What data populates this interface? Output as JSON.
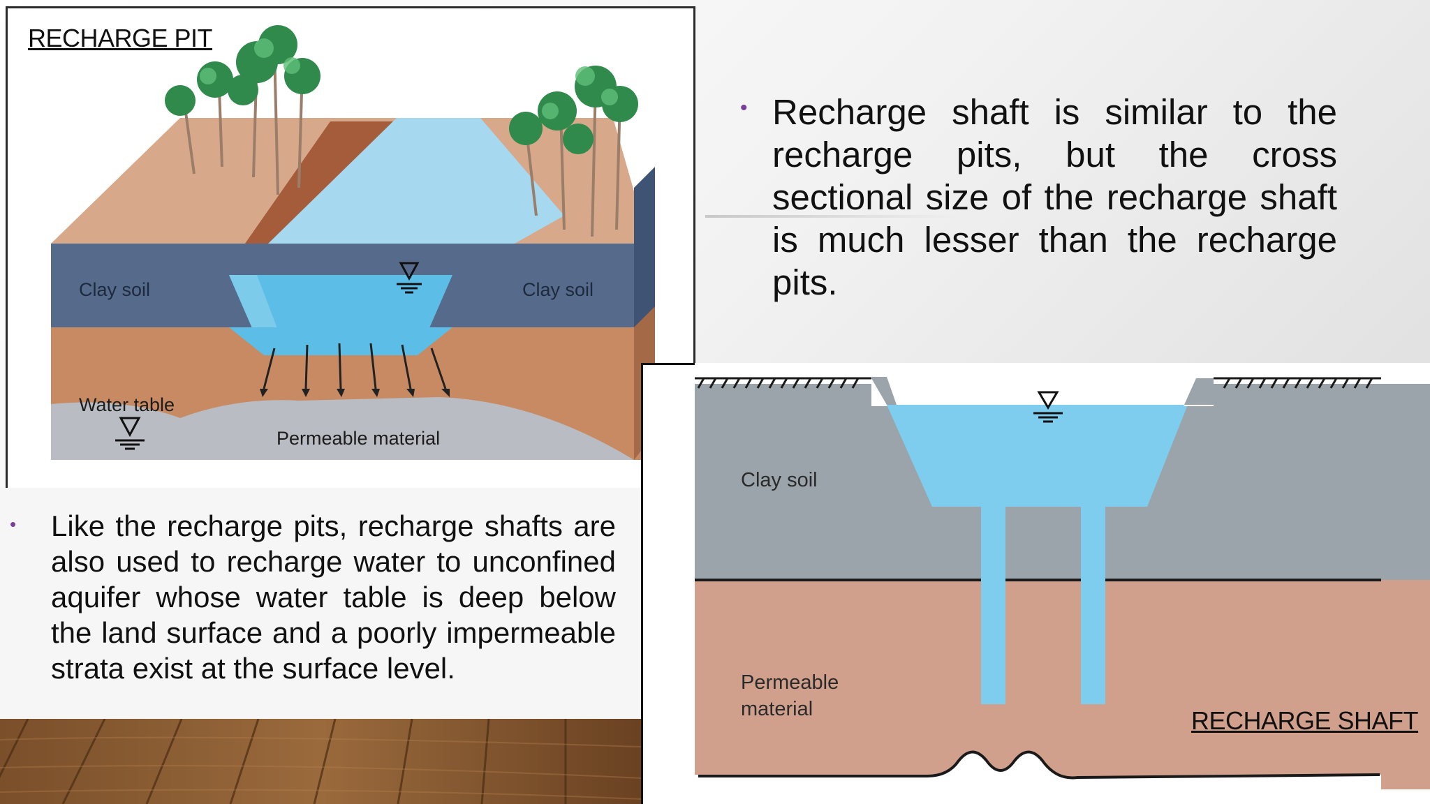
{
  "slide": {
    "recharge_pit": {
      "caption": "RECHARGE PIT",
      "label_clay_left": "Clay soil",
      "label_clay_right": "Clay soil",
      "label_water_table": "Water table",
      "label_permeable": "Permeable material"
    },
    "recharge_shaft": {
      "caption": "RECHARGE SHAFT",
      "label_clay": "Clay soil",
      "label_permeable_line1": "Permeable",
      "label_permeable_line2": "material"
    },
    "bullets": [
      {
        "text": "Recharge shaft is similar to the recharge pits, but the cross sectional size of the recharge shaft is much lesser than the recharge pits."
      },
      {
        "text": "Like the recharge pits, recharge shafts are also used to recharge water to unconfined aquifer whose water table is deep below the land surface and a poorly impermeable strata exist at the surface level."
      }
    ],
    "bullet_glyph": "•",
    "colors": {
      "bullet": "#7a3f9a",
      "clay": "#566b8c",
      "water": "#5cbde6",
      "soil": "#c88a62",
      "permeable": "#b9bcc2",
      "shaft_clay": "#9ba4ab",
      "shaft_soil": "#d0a08c",
      "shaft_water": "#7fcdee"
    }
  }
}
